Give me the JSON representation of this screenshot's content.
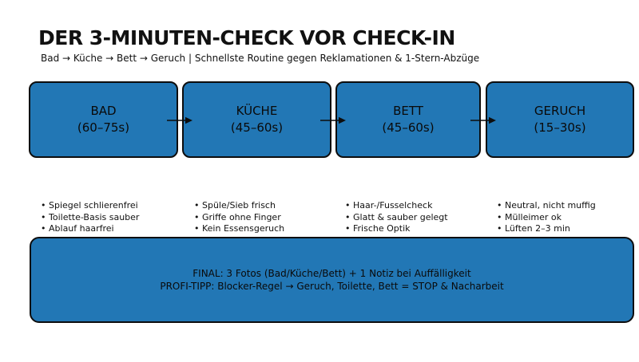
{
  "page": {
    "title": "DER 3-MINUTEN-CHECK VOR CHECK-IN",
    "subtitle": "Bad → Küche → Bett → Geruch  |  Schnellste Routine gegen Reklamationen & 1-Stern-Abzüge"
  },
  "colors": {
    "box_fill": "#2277b5",
    "box_border": "#0d0d0d",
    "background": "#ffffff",
    "text": "#111111"
  },
  "steps": [
    {
      "label": "BAD",
      "duration": "(60–75s)",
      "checks": [
        "Spiegel schlierenfrei",
        "Toilette-Basis sauber",
        "Ablauf haarfrei"
      ]
    },
    {
      "label": "KÜCHE",
      "duration": "(45–60s)",
      "checks": [
        "Spüle/Sieb frisch",
        "Griffe ohne Finger",
        "Kein Essensgeruch"
      ]
    },
    {
      "label": "BETT",
      "duration": "(45–60s)",
      "checks": [
        "Haar-/Fusselcheck",
        "Glatt & sauber gelegt",
        "Frische Optik"
      ]
    },
    {
      "label": "GERUCH",
      "duration": "(15–30s)",
      "checks": [
        "Neutral, nicht muffig",
        "Mülleimer ok",
        "Lüften 2–3 min"
      ]
    }
  ],
  "footer": {
    "line1": "FINAL: 3 Fotos (Bad/Küche/Bett) + 1 Notiz bei Auffälligkeit",
    "line2": "PROFI-TIPP: Blocker-Regel → Geruch, Toilette, Bett = STOP & Nacharbeit"
  }
}
